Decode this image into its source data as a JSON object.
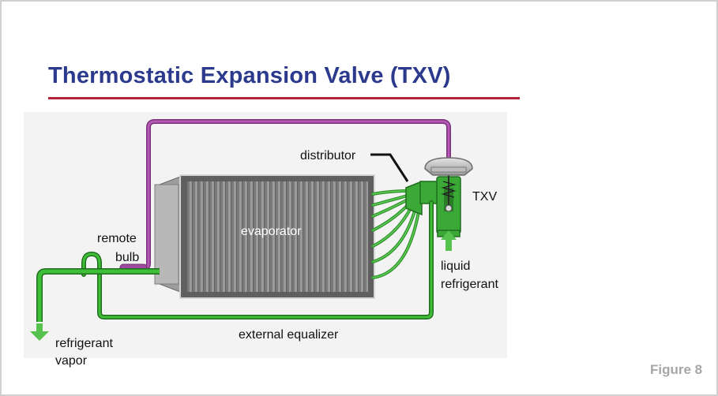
{
  "slide": {
    "title": "Thermostatic Expansion Valve (TXV)",
    "figure_label": "Figure 8"
  },
  "diagram": {
    "labels": {
      "distributor": "distributor",
      "txv": "TXV",
      "evaporator": "evaporator",
      "remote": "remote",
      "bulb": "bulb",
      "liquid": "liquid",
      "refrigerant_in": "refrigerant",
      "refrigerant_out": "refrigerant",
      "vapor": "vapor",
      "external_equalizer": "external equalizer"
    },
    "colors": {
      "pipe_green": "#3aa935",
      "pipe_green_dark": "#1f7a1f",
      "capillary_purple": "#a04aa0",
      "evaporator_body": "#6f6f6f",
      "fins": "#8c8c8c",
      "valve_head": "#c9c9c9",
      "arrow_green": "#56c24d"
    }
  }
}
